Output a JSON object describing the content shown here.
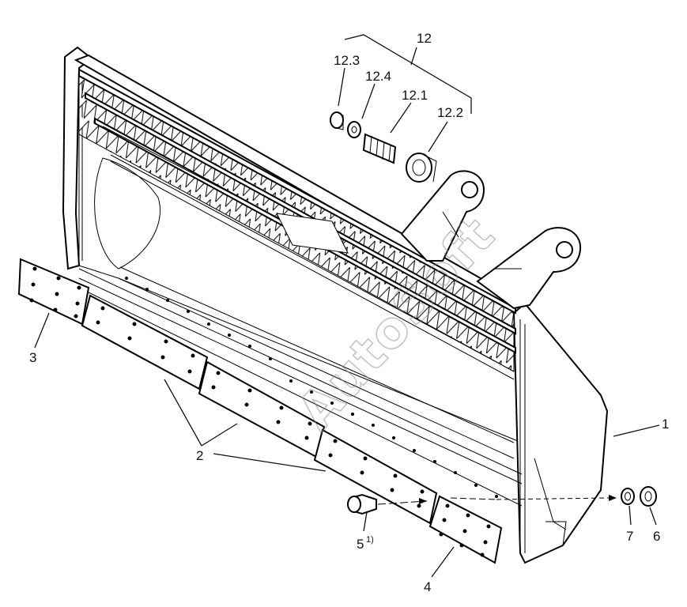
{
  "callouts": {
    "c1": "1",
    "c2": "2",
    "c3": "3",
    "c4": "4",
    "c5": "5",
    "c5_note": "1)",
    "c6": "6",
    "c7": "7",
    "c12": "12",
    "c12_1": "12.1",
    "c12_2": "12.2",
    "c12_3": "12.3",
    "c12_4": "12.4"
  },
  "watermark": "AutoSoft"
}
